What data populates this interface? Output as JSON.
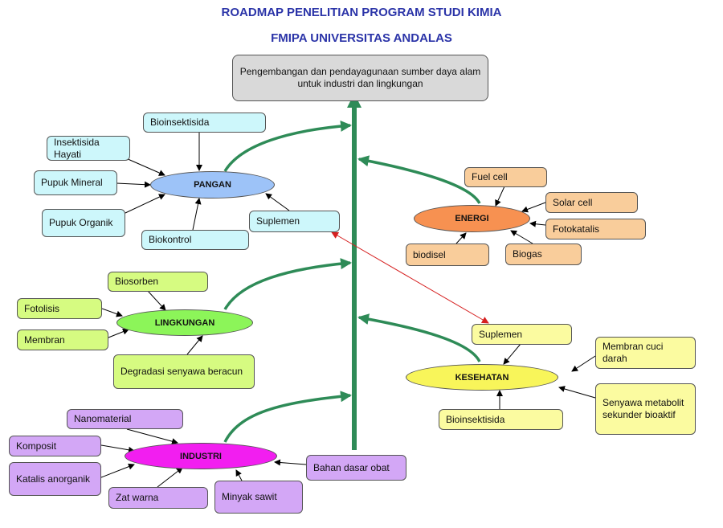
{
  "header": {
    "title_line1": "ROADMAP PENELITIAN PROGRAM STUDI KIMIA",
    "title_line2": "FMIPA UNIVERSITAS ANDALAS"
  },
  "goal": {
    "text": "Pengembangan dan pendayagunaan sumber daya alam untuk industri dan lingkungan"
  },
  "pangan": {
    "label": "PANGAN",
    "items": [
      "Bioinsektisida",
      "Insektisida Hayati",
      "Pupuk Mineral",
      "Pupuk Organik",
      "Biokontrol",
      "Suplemen"
    ]
  },
  "energi": {
    "label": "ENERGI",
    "items": [
      "Fuel cell",
      "Solar cell",
      "Fotokatalis",
      "Biogas",
      "biodisel"
    ]
  },
  "lingkungan": {
    "label": "LINGKUNGAN",
    "items": [
      "Biosorben",
      "Fotolisis",
      "Membran",
      "Degradasi senyawa beracun"
    ]
  },
  "kesehatan": {
    "label": "KESEHATAN",
    "items": [
      "Suplemen",
      "Membran cuci darah",
      "Senyawa metabolit sekunder bioaktif",
      "Bioinsektisida"
    ]
  },
  "industri": {
    "label": "INDUSTRI",
    "items": [
      "Nanomaterial",
      "Komposit",
      "Katalis anorganik",
      "Zat warna",
      "Minyak sawit",
      "Bahan dasar obat"
    ]
  },
  "colors": {
    "title": "#2b34a8",
    "trunk": "#2e8b57",
    "pangan": "#9dc3f8",
    "energi": "#f79151",
    "lingkungan": "#8cf559",
    "kesehatan": "#f8f55a",
    "industri": "#f21ef0",
    "cross_link": "#d62020"
  }
}
